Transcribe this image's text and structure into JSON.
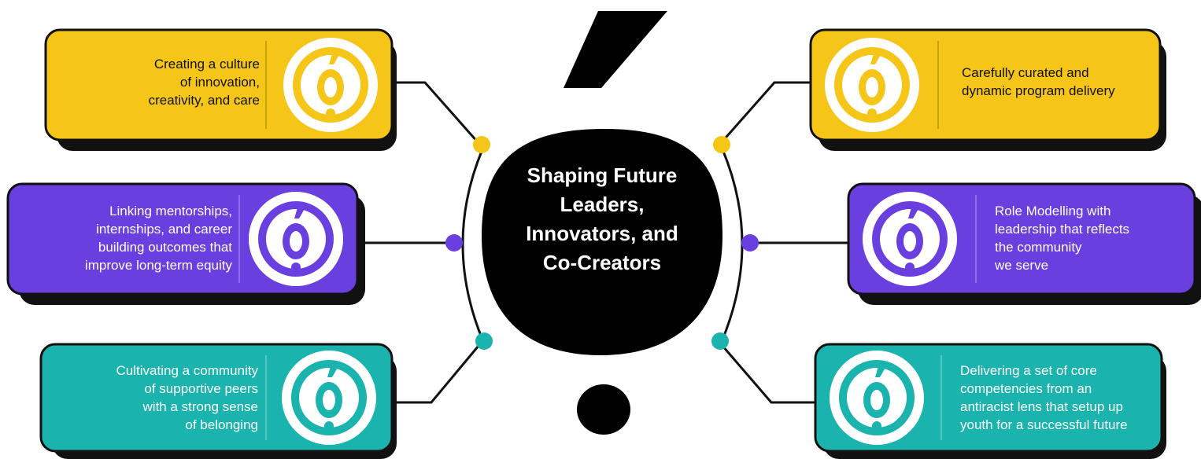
{
  "title_lines": [
    "Shaping Future",
    "Leaders,",
    "Innovators, and",
    "Co-Creators"
  ],
  "colors": {
    "yellow": "#F5C518",
    "purple": "#6A3FE0",
    "teal": "#1AB3AD",
    "black": "#000000",
    "white": "#FFFFFF"
  },
  "icon": "logo-badge-icon",
  "cards": [
    {
      "id": "top-left",
      "lines": [
        "Creating a culture",
        "of innovation,",
        "creativity, and care"
      ]
    },
    {
      "id": "middle-left",
      "lines": [
        "Linking mentorships,",
        "internships, and career",
        "building outcomes that",
        "improve long-term equity"
      ]
    },
    {
      "id": "bottom-left",
      "lines": [
        "Cultivating a community",
        "of supportive peers",
        "with a strong sense",
        "of belonging"
      ]
    },
    {
      "id": "top-right",
      "lines": [
        "Carefully curated and",
        "dynamic program delivery"
      ]
    },
    {
      "id": "middle-right",
      "lines": [
        "Role Modelling with",
        "leadership that reflects",
        "the community",
        "we serve"
      ]
    },
    {
      "id": "bottom-right",
      "lines": [
        "Delivering a set of core",
        "competencies from an",
        "antiracist lens that setup up",
        "youth for a successful future"
      ]
    }
  ]
}
